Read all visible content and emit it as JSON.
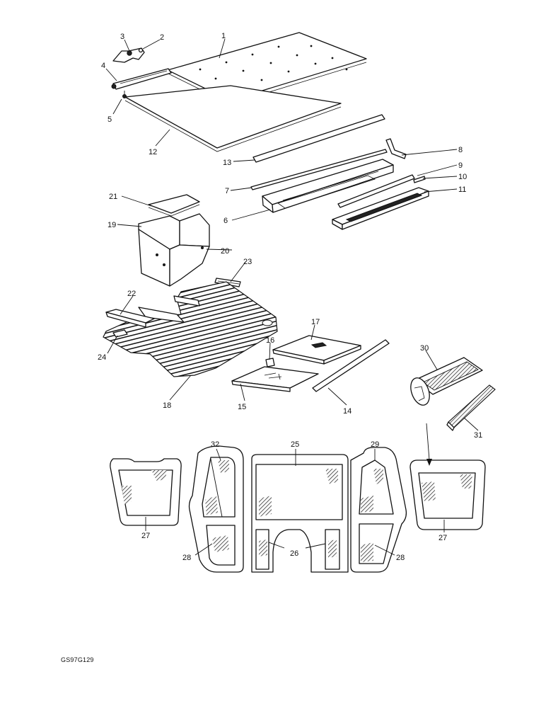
{
  "reference_code": "GS97G129",
  "labels": [
    {
      "id": "p1",
      "text": "1"
    },
    {
      "id": "p2",
      "text": "2"
    },
    {
      "id": "p3",
      "text": "3"
    },
    {
      "id": "p4",
      "text": "4"
    },
    {
      "id": "p5",
      "text": "5"
    },
    {
      "id": "p6",
      "text": "6"
    },
    {
      "id": "p7",
      "text": "7"
    },
    {
      "id": "p8",
      "text": "8"
    },
    {
      "id": "p9",
      "text": "9"
    },
    {
      "id": "p10",
      "text": "10"
    },
    {
      "id": "p11",
      "text": "11"
    },
    {
      "id": "p12",
      "text": "12"
    },
    {
      "id": "p13",
      "text": "13"
    },
    {
      "id": "p14",
      "text": "14"
    },
    {
      "id": "p15",
      "text": "15"
    },
    {
      "id": "p16",
      "text": "16"
    },
    {
      "id": "p17",
      "text": "17"
    },
    {
      "id": "p18",
      "text": "18"
    },
    {
      "id": "p19",
      "text": "19"
    },
    {
      "id": "p20",
      "text": "20"
    },
    {
      "id": "p21",
      "text": "21"
    },
    {
      "id": "p22",
      "text": "22"
    },
    {
      "id": "p23",
      "text": "23"
    },
    {
      "id": "p24",
      "text": "24"
    },
    {
      "id": "p25",
      "text": "25"
    },
    {
      "id": "p26",
      "text": "26"
    },
    {
      "id": "p27a",
      "text": "27"
    },
    {
      "id": "p27b",
      "text": "27"
    },
    {
      "id": "p28a",
      "text": "28"
    },
    {
      "id": "p28b",
      "text": "28"
    },
    {
      "id": "p29",
      "text": "29"
    },
    {
      "id": "p30",
      "text": "30"
    },
    {
      "id": "p31",
      "text": "31"
    },
    {
      "id": "p32",
      "text": "32"
    }
  ]
}
